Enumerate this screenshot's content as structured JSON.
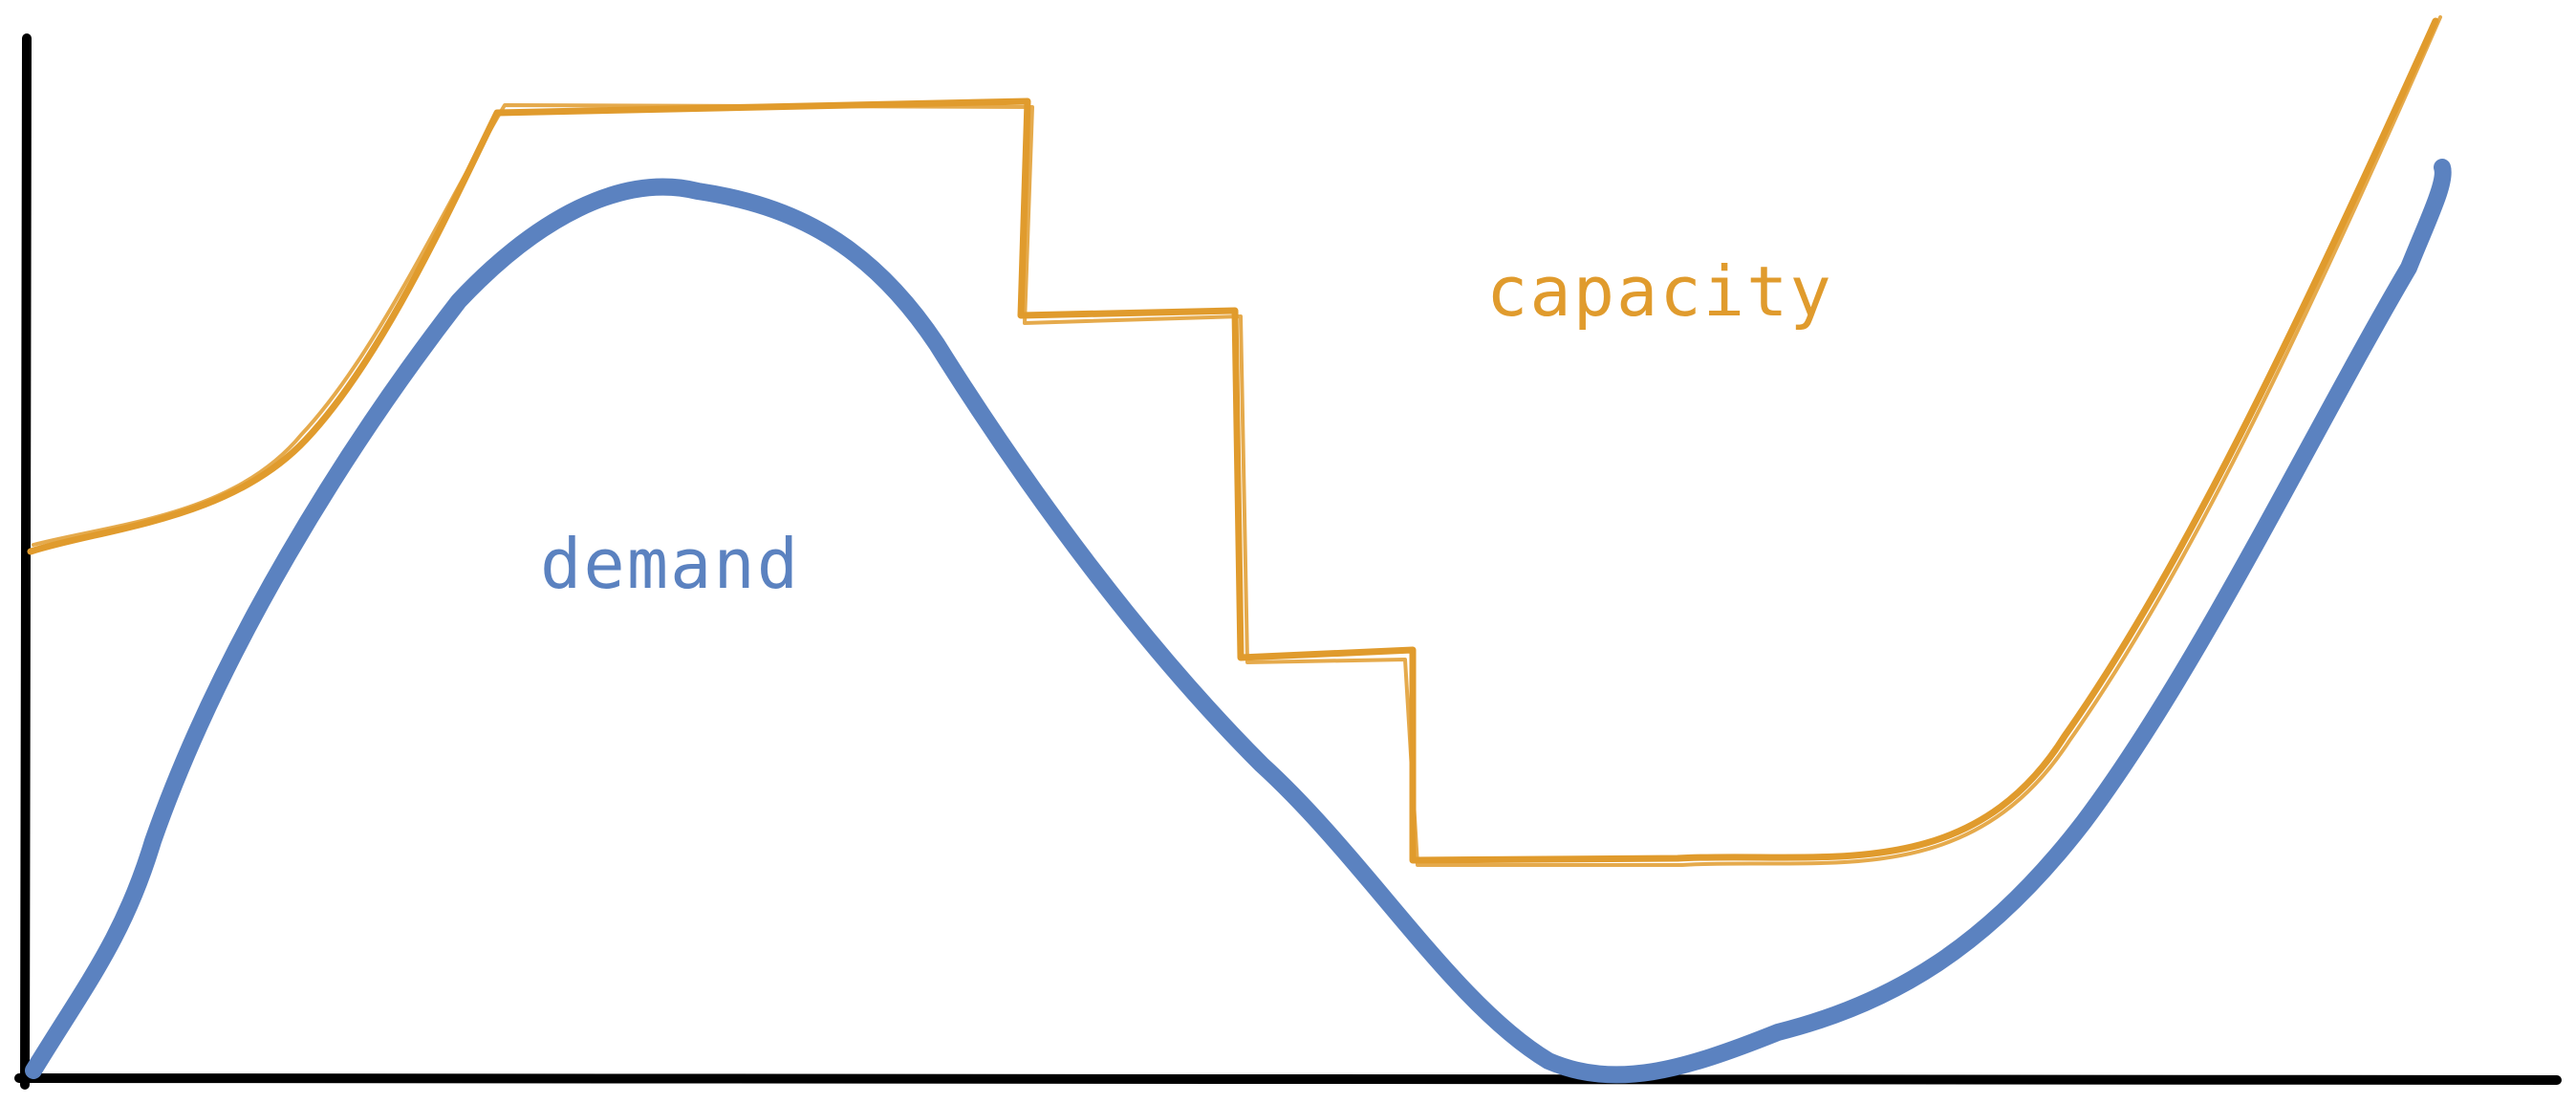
{
  "diagram": {
    "colors": {
      "axes": "#000000",
      "demand": "#5b82c0",
      "capacity": "#e09b2d",
      "background": "#ffffff"
    },
    "labels": {
      "demand": "demand",
      "capacity": "capacity"
    },
    "series": {
      "demand": {
        "label": "demand",
        "shape": "smooth rise to a peak, long decline to a trough, then steep rise"
      },
      "capacity": {
        "label": "capacity",
        "shape": "rises to a high flat level, then steps down in stages, then rises steeply"
      }
    }
  }
}
